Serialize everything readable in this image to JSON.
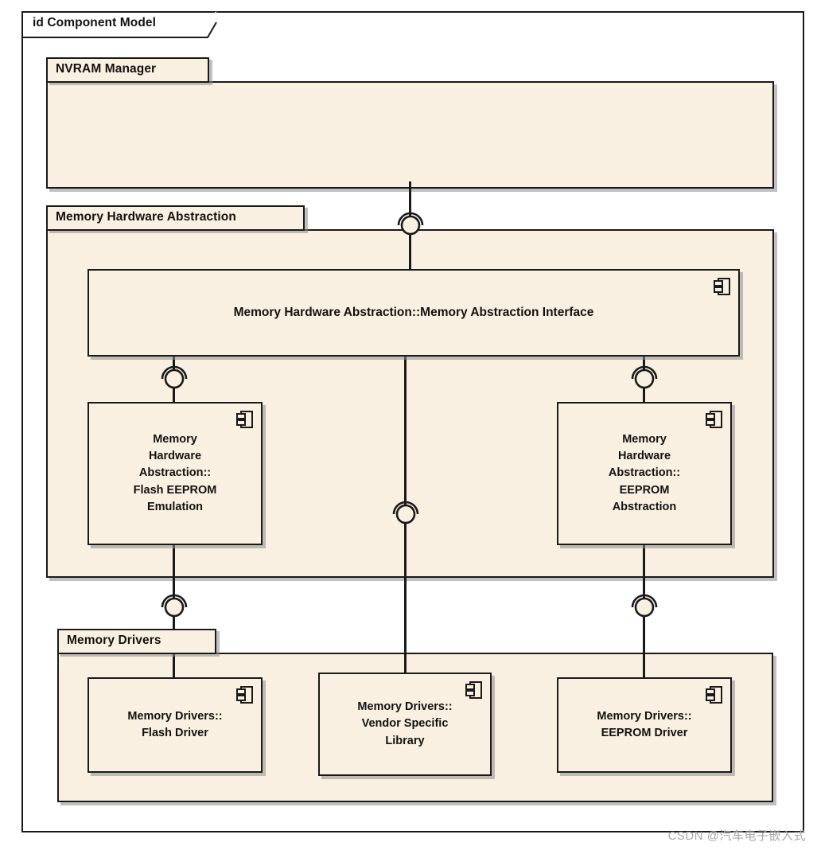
{
  "diagram": {
    "frame_label": "id Component Model",
    "watermark": "CSDN @汽车电子嵌入式",
    "colors": {
      "fill": "#FAF0E1",
      "stroke": "#1A1A1A",
      "shadow": "#8C8C8C",
      "background": "#FFFFFF",
      "watermark": "#A8A8A8"
    }
  },
  "packages": [
    {
      "name": "NVRAM Manager",
      "label": "NVRAM Manager"
    },
    {
      "name": "Memory Hardware Abstraction",
      "label": "Memory Hardware Abstraction"
    },
    {
      "name": "Memory Drivers",
      "label": "Memory Drivers"
    }
  ],
  "components": [
    {
      "id": "memory-abstraction-interface",
      "label": "Memory Hardware Abstraction::Memory Abstraction Interface",
      "parent": "Memory Hardware Abstraction",
      "icon": "component-icon"
    },
    {
      "id": "flash-eeprom-emulation",
      "label": "Memory\nHardware\nAbstraction::\nFlash EEPROM\nEmulation",
      "parent": "Memory Hardware Abstraction",
      "icon": "component-icon"
    },
    {
      "id": "eeprom-abstraction",
      "label": "Memory\nHardware\nAbstraction::\nEEPROM\nAbstraction",
      "parent": "Memory Hardware Abstraction",
      "icon": "component-icon"
    },
    {
      "id": "flash-driver",
      "label": "Memory Drivers::\nFlash Driver",
      "parent": "Memory Drivers",
      "icon": "component-icon"
    },
    {
      "id": "vendor-specific-library",
      "label": "Memory Drivers::\nVendor Specific\nLibrary",
      "parent": "Memory Drivers",
      "icon": "component-icon"
    },
    {
      "id": "eeprom-driver",
      "label": "Memory Drivers::\nEEPROM Driver",
      "parent": "Memory Drivers",
      "icon": "component-icon"
    }
  ],
  "connectors": [
    {
      "id": "nvram-to-mem-abstraction-interface",
      "type": "assembly",
      "from": "NVRAM Manager",
      "to": "memory-abstraction-interface"
    },
    {
      "id": "interface-to-flash-eeprom-emulation",
      "type": "assembly",
      "from": "memory-abstraction-interface",
      "to": "flash-eeprom-emulation"
    },
    {
      "id": "interface-to-eeprom-abstraction",
      "type": "assembly",
      "from": "memory-abstraction-interface",
      "to": "eeprom-abstraction"
    },
    {
      "id": "interface-to-vendor-specific-library",
      "type": "assembly",
      "from": "memory-abstraction-interface",
      "to": "vendor-specific-library"
    },
    {
      "id": "flash-eeprom-emulation-to-flash-driver",
      "type": "assembly",
      "from": "flash-eeprom-emulation",
      "to": "flash-driver"
    },
    {
      "id": "eeprom-abstraction-to-eeprom-driver",
      "type": "assembly",
      "from": "eeprom-abstraction",
      "to": "eeprom-driver"
    }
  ]
}
